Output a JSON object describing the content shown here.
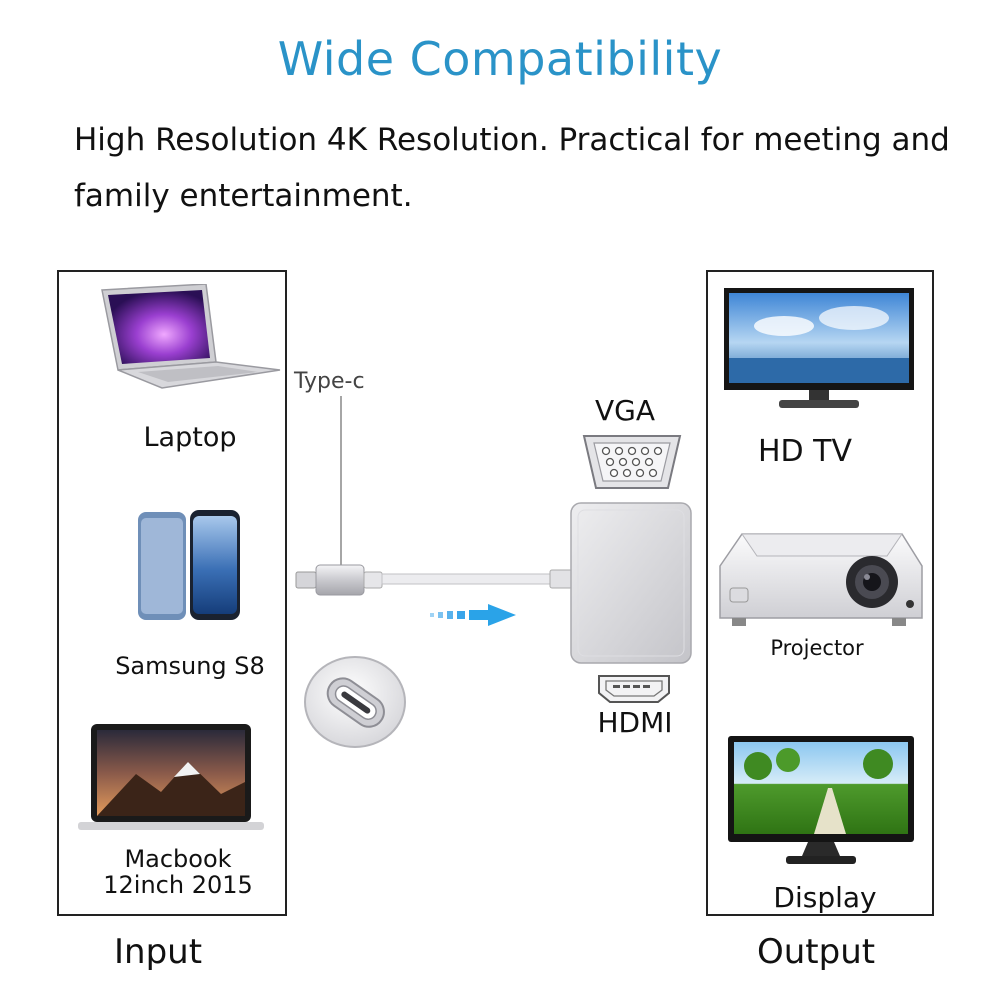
{
  "title": "Wide Compatibility",
  "description": "High Resolution 4K Resolution. Practical for meeting and family entertainment.",
  "input": {
    "caption": "Input",
    "devices": [
      {
        "label": "Laptop"
      },
      {
        "label": "Samsung S8"
      },
      {
        "label_line1": "Macbook",
        "label_line2": "12inch 2015"
      }
    ]
  },
  "adapter": {
    "cable_label": "Type-c",
    "port_top": "VGA",
    "port_bottom": "HDMI"
  },
  "output": {
    "caption": "Output",
    "devices": [
      {
        "label": "HD TV"
      },
      {
        "label": "Projector"
      },
      {
        "label": "Display"
      }
    ]
  },
  "colors": {
    "title": "#2a93c8",
    "arrow": "#2aa3e8",
    "adapter": "#d9d9db"
  }
}
